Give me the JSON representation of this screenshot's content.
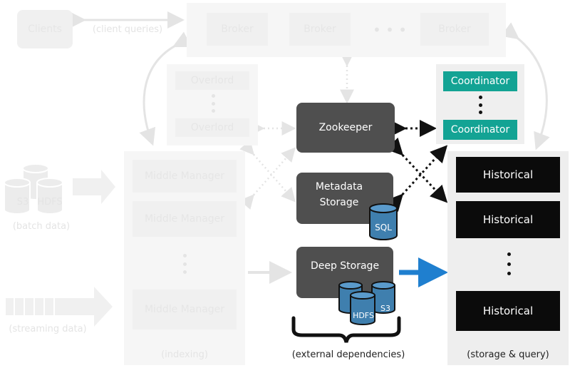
{
  "clients": "Clients",
  "client_queries": "(client queries)",
  "brokers": [
    "Broker",
    "Broker",
    "Broker"
  ],
  "overlords": [
    "Overlord",
    "Overlord"
  ],
  "coordinators": [
    "Coordinator",
    "Coordinator"
  ],
  "zookeeper": "Zookeeper",
  "metadata_storage": "Metadata Storage",
  "sql": "SQL",
  "deep_storage": "Deep Storage",
  "middle_managers": [
    "Middle Manager",
    "Middle Manager",
    "Middle Manager"
  ],
  "historicals": [
    "Historical",
    "Historical",
    "Historical"
  ],
  "s3": "S3",
  "hdfs": "HDFS",
  "batch_data": "(batch data)",
  "streaming_data": "(streaming data)",
  "indexing": "(indexing)",
  "external_dependencies": "(external dependencies)",
  "storage_query": "(storage & query)",
  "colors": {
    "dark_box": "#4f4f4f",
    "historical": "#0b0b0b",
    "coordinator": "#13a394",
    "db_blue": "#3f7fae",
    "arrow_blue": "#1f7fcf",
    "faded": "#f0f0f0"
  }
}
